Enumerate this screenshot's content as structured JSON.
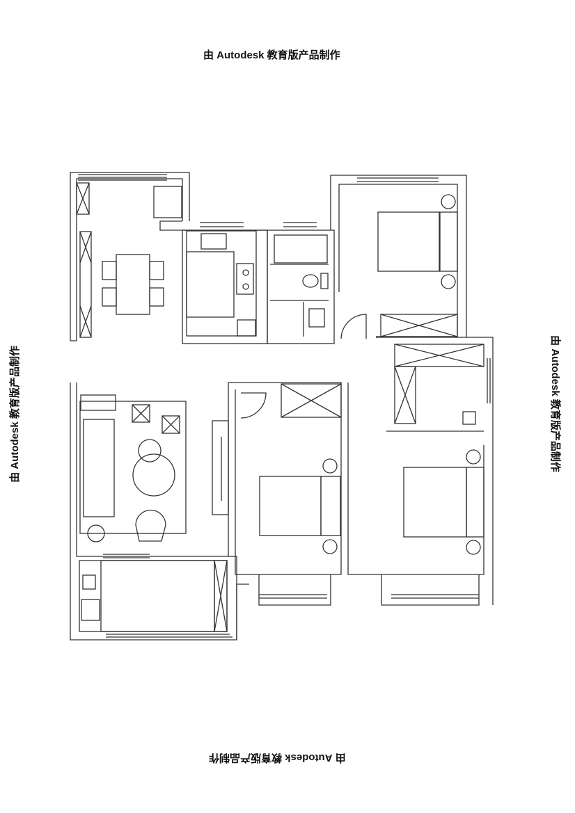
{
  "watermarks": {
    "top": "由 Autodesk 教育版产品制作",
    "bottom": "由 Autodesk 教育版产品制作",
    "left": "由 Autodesk 教育版产品制作",
    "right": "由 Autodesk 教育版产品制作"
  }
}
